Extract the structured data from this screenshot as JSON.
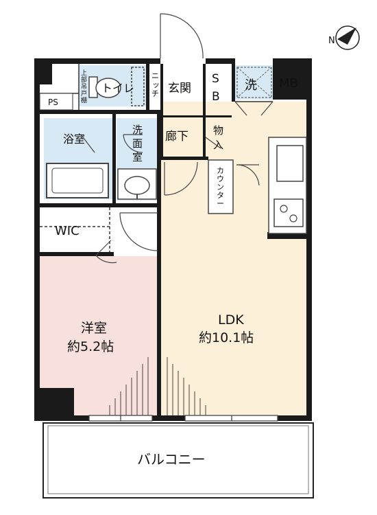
{
  "compass": {
    "label": "N"
  },
  "rooms": {
    "toilet": "トイレ",
    "upper_shelf": [
      "上",
      "部",
      "吊",
      "戸",
      "棚"
    ],
    "niche": [
      "ニ",
      "ッ",
      "チ"
    ],
    "entrance": "玄関",
    "shoe_box": [
      "S",
      "B"
    ],
    "laundry": "洗",
    "mb": "MB",
    "ps": "PS",
    "bath": "浴室",
    "washroom": [
      "洗",
      "面",
      "室"
    ],
    "hallway": "廊下",
    "storage": [
      "物",
      "入"
    ],
    "counter": [
      "カ",
      "ウ",
      "ン",
      "タ",
      "ー"
    ],
    "wic": "WIC",
    "western_room": {
      "name": "洋室",
      "area": "約5.2帖"
    },
    "ldk": {
      "name": "LDK",
      "area": "約10.1帖"
    },
    "balcony": "バルコニー"
  },
  "colors": {
    "wall": "#1a1a1a",
    "ldk_fill": "#fdf0d8",
    "western_fill": "#f8e1dd",
    "wet_fill": "#d8e9f6",
    "balcony_fill": "#ffffff"
  }
}
